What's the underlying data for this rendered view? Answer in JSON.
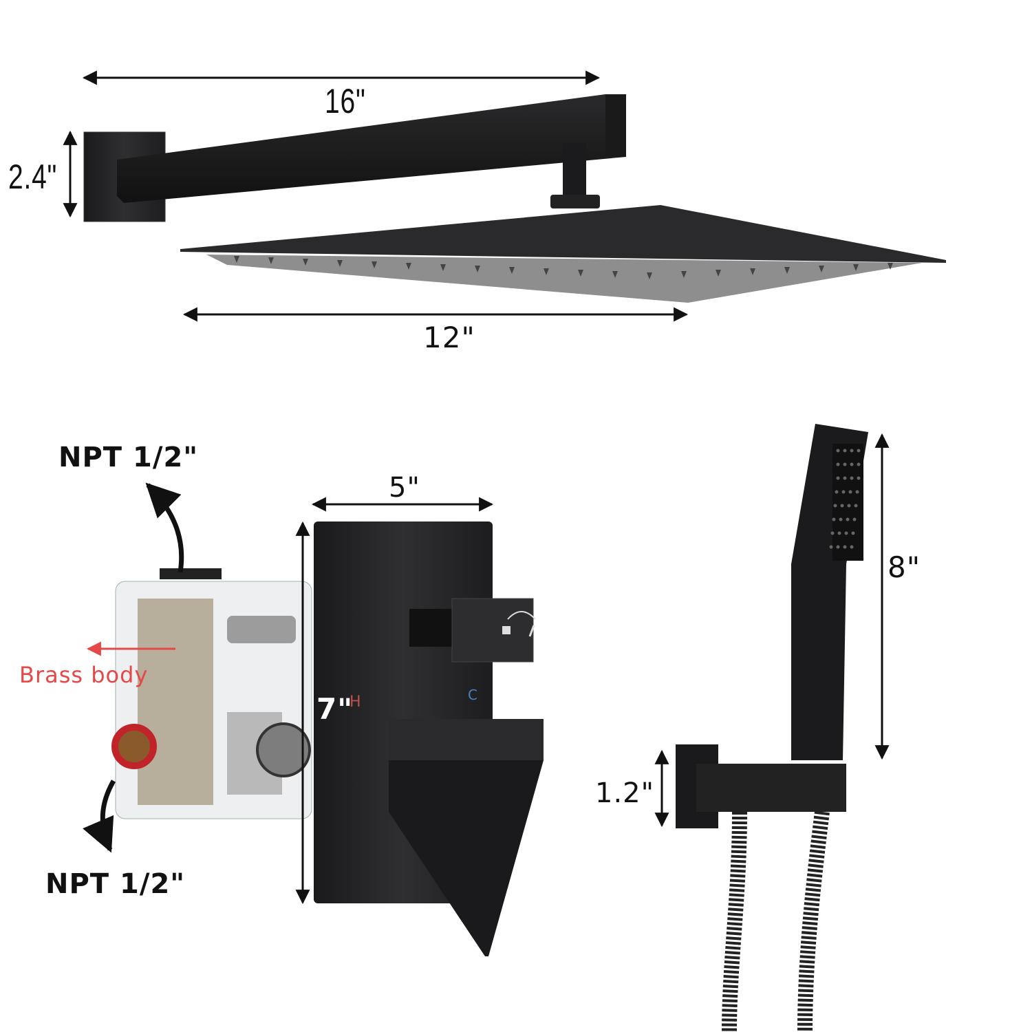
{
  "diagram": {
    "title": "Shower system dimensions",
    "colors": {
      "product": "#1c1c1e",
      "arrow": "#111111",
      "annotation_red": "#e54848",
      "hot_mark": "#c0504d",
      "cold_mark": "#4a7fc1"
    },
    "shower_arm": {
      "length_label": "16\"",
      "flange_height_label": "2.4\""
    },
    "shower_head": {
      "width_label": "12\""
    },
    "valve": {
      "top_inlet_label": "NPT 1/2\"",
      "bottom_inlet_label": "NPT 1/2\"",
      "body_callout": "Brass body",
      "trim_width_label": "5\"",
      "trim_height_label": "7\"",
      "hot_mark": "H",
      "cold_mark": "C"
    },
    "hand_shower": {
      "height_label": "8\"",
      "holder_height_label": "1.2\""
    }
  }
}
